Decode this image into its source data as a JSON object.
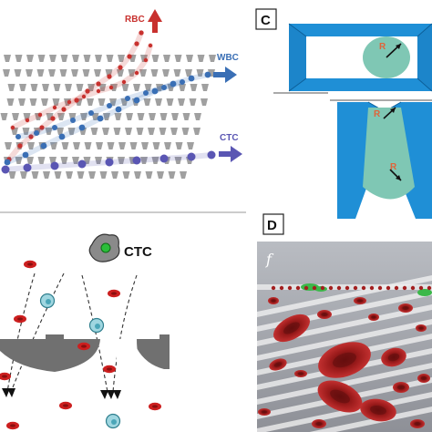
{
  "panel_a": {
    "rbc_label": "RBC",
    "wbc_label": "WBC",
    "ctc_label": "CTC",
    "colors": {
      "rbc": "#c8312e",
      "wbc": "#3a6fb5",
      "ctc": "#5a56b3",
      "pillar": "#8f8f8f"
    }
  },
  "panel_c": {
    "panel_letter": "C",
    "radius_label_top": "R",
    "radius_label_bottom_1": "R",
    "radius_label_bottom_2": "R",
    "colors": {
      "channel": "#1f8fd6",
      "cell": "#7fc7b4",
      "radius": "#e0643a"
    }
  },
  "panel_b": {
    "ctc_label": "CTC",
    "colors": {
      "rbc": "#cc1f1f",
      "wbc": "#9fd6e0",
      "ctc": "#3cb043",
      "obstacle": "#707070"
    }
  },
  "panel_d": {
    "panel_letter": "D",
    "sub_letter": "f"
  }
}
